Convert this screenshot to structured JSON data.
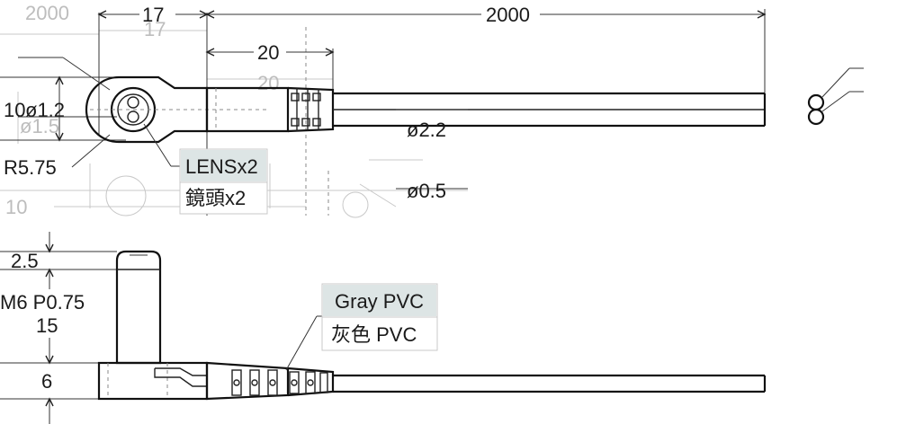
{
  "top_view": {
    "dims": {
      "top_left_ghost": "2000",
      "width_17": "17",
      "length_2000": "2000",
      "length_20": "20",
      "height_10": "10",
      "dia_1_2": "ø1.2",
      "radius": "R5.75",
      "cable_dia": "ø2.2",
      "core_dia": "ø0.5",
      "ghost_17": "17",
      "ghost_20": "20",
      "ghost_10": "10",
      "ghost_dia": "ø1.5"
    },
    "lens_label": {
      "en": "LENSx2",
      "zh": "鏡頭x2"
    }
  },
  "side_view": {
    "dims": {
      "dim_2_5": "2.5",
      "thread": "M6 P0.75",
      "dim_15": "15",
      "dim_6": "6"
    },
    "cable_label": {
      "en": "Gray PVC",
      "zh": "灰色 PVC"
    }
  },
  "colors": {
    "line": "#222222",
    "label_band": "#dde5e5",
    "label_border": "#c9c9c9",
    "ghost": "#c8c8c8"
  }
}
